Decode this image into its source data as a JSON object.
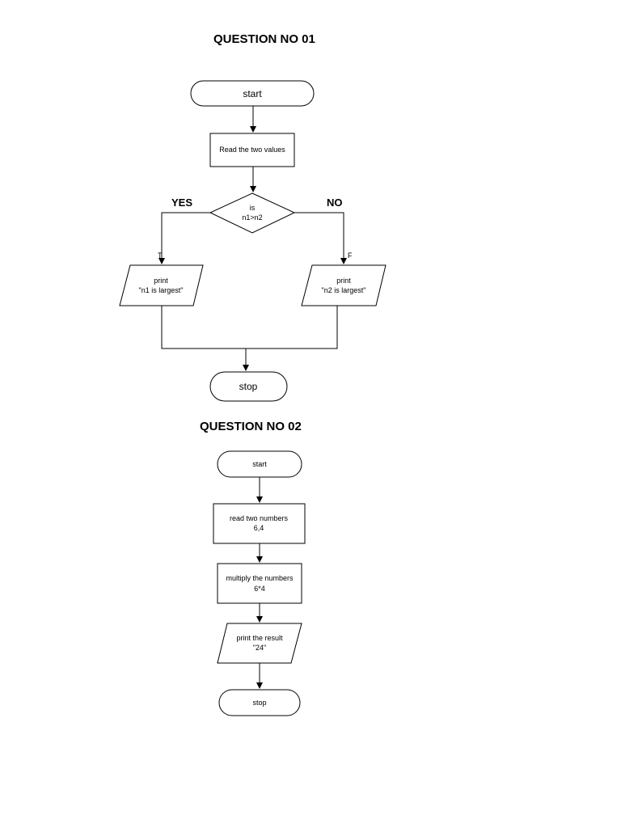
{
  "q1": {
    "title": "QUESTION NO 01",
    "start": "start",
    "read": "Read the two values",
    "decision": [
      "is",
      "n1>n2"
    ],
    "yes": "YES",
    "no": "NO",
    "true_mark": "T",
    "false_mark": "F",
    "print_n1": [
      "print",
      "\"n1 is largest\""
    ],
    "print_n2": [
      "print",
      "\"n2 is largest\""
    ],
    "stop": "stop"
  },
  "q2": {
    "title": "QUESTION NO 02",
    "start": "start",
    "read": [
      "read two numbers",
      "6,4"
    ],
    "multiply": [
      "multiply the numbers",
      "6*4"
    ],
    "print": [
      "print the result",
      "\"24\""
    ],
    "stop": "stop"
  }
}
